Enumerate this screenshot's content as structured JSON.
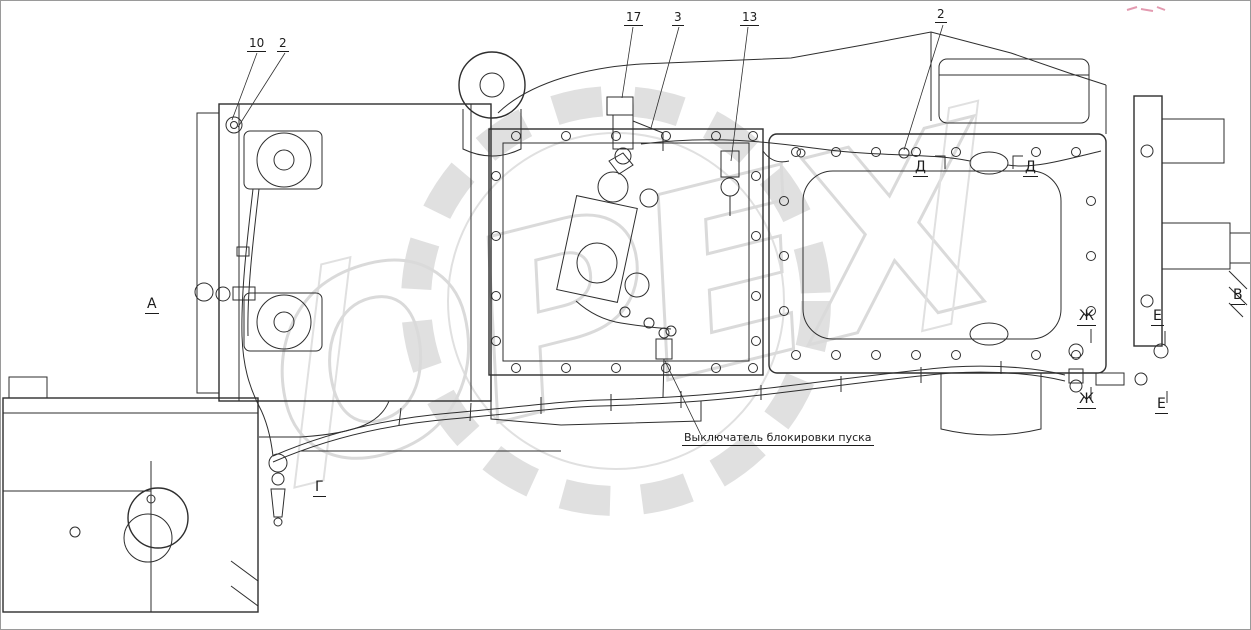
{
  "watermark": {
    "text": "OPEX",
    "color": "#dadada"
  },
  "callouts": [
    {
      "label": "10"
    },
    {
      "label": "2"
    },
    {
      "label": "17"
    },
    {
      "label": "3"
    },
    {
      "label": "13"
    },
    {
      "label": "2"
    }
  ],
  "view_labels": [
    {
      "label": "А"
    },
    {
      "label": "В"
    },
    {
      "label": "Г"
    },
    {
      "label": "Д"
    },
    {
      "label": "Д"
    },
    {
      "label": "Ж"
    },
    {
      "label": "Ж"
    },
    {
      "label": "Е"
    },
    {
      "label": "Е"
    }
  ],
  "annotations": {
    "switch_label": "Выключатель блокировки пуска"
  },
  "colors": {
    "line": "#2e2e2e",
    "watermark": "#dadada",
    "small_mark": "#e39ab0",
    "background": "#ffffff"
  }
}
